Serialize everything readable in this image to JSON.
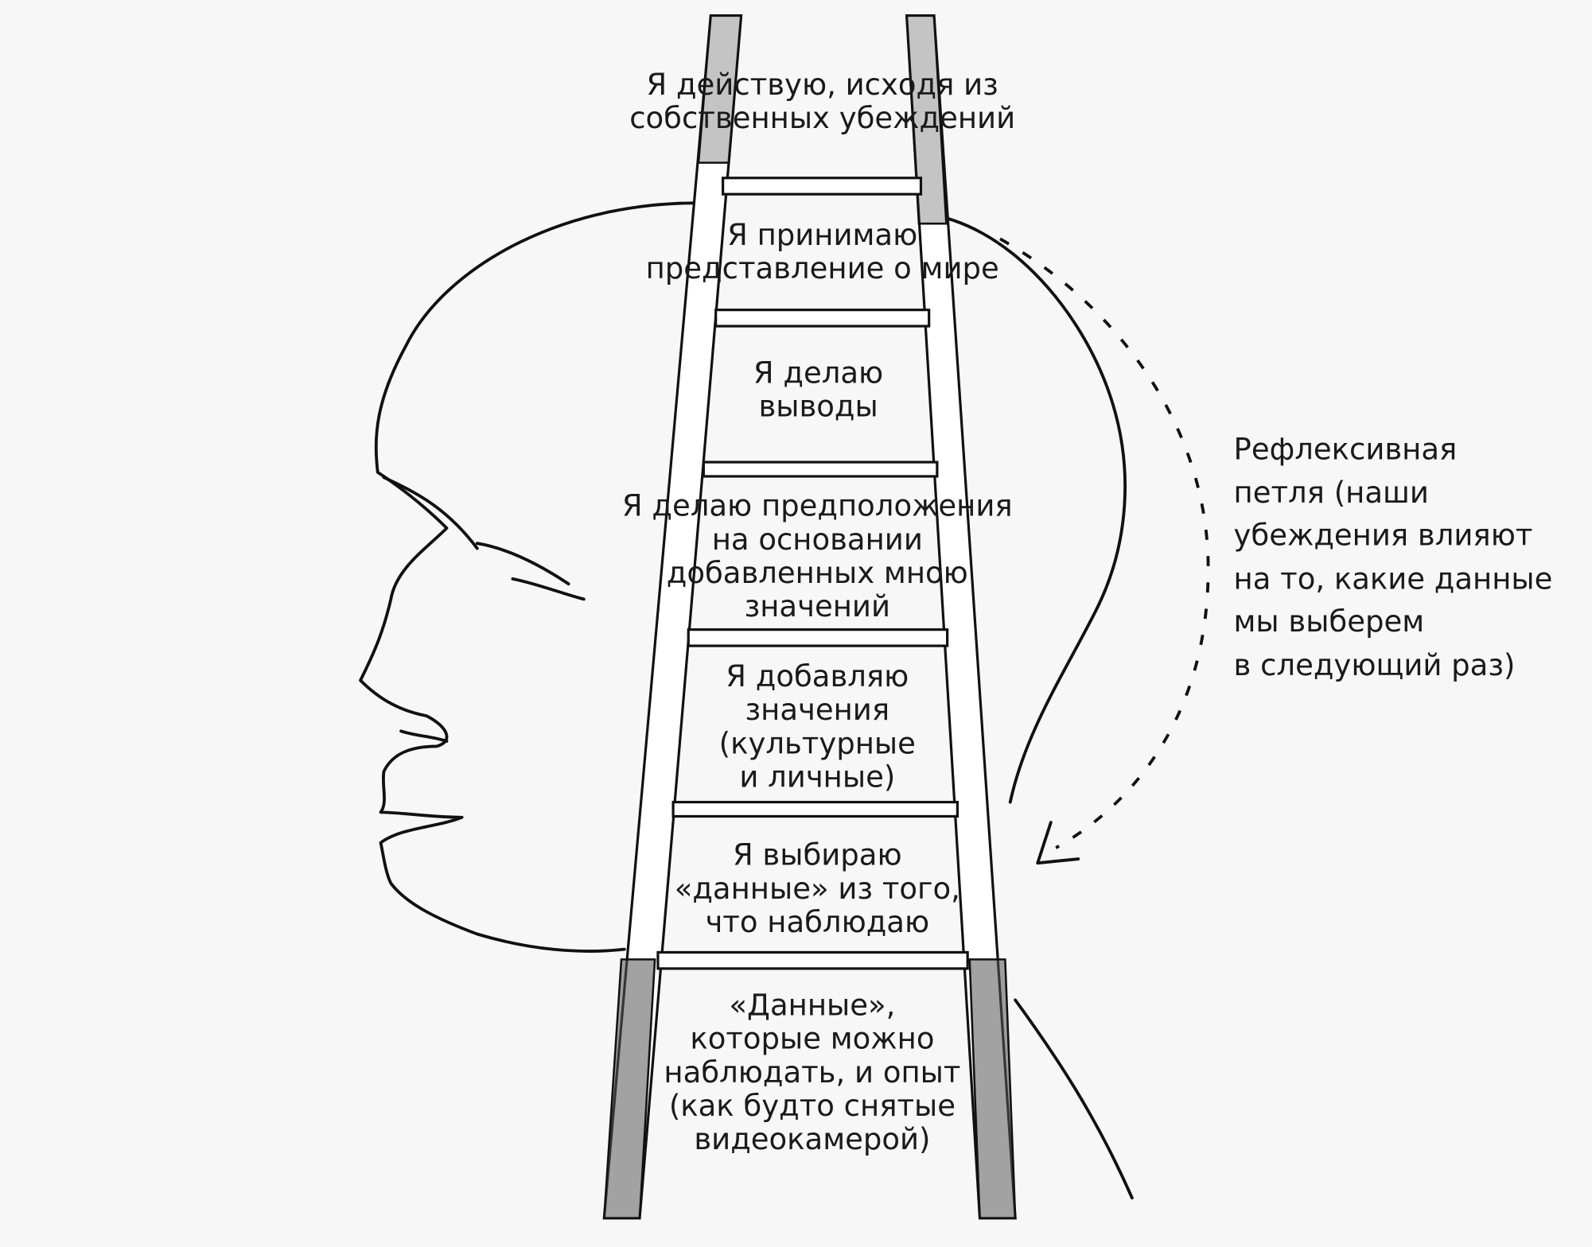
{
  "ladder_steps": [
    {
      "lines": [
        "Я действую, исходя из",
        "собственных убеждений"
      ]
    },
    {
      "lines": [
        "Я принимаю",
        "представление о мире"
      ]
    },
    {
      "lines": [
        "Я делаю",
        "выводы"
      ]
    },
    {
      "lines": [
        "Я делаю предположения",
        "на основании",
        "добавленных мною",
        "значений"
      ]
    },
    {
      "lines": [
        "Я добавляю",
        "значения",
        "(культурные",
        "и личные)"
      ]
    },
    {
      "lines": [
        "Я выбираю",
        "«данные» из того,",
        "что наблюдаю"
      ]
    },
    {
      "lines": [
        "«Данные»,",
        "которые можно",
        "наблюдать, и опыт",
        "(как будто снятые",
        "видеокамерой)"
      ]
    }
  ],
  "reflexive_loop": {
    "lines": [
      "Рефлексивная",
      "петля (наши",
      "убеждения влияют",
      "на то, какие данные",
      "мы выберем",
      "в следующий раз)"
    ]
  },
  "colors": {
    "ink": "#111111",
    "background": "#f7f7f7"
  }
}
